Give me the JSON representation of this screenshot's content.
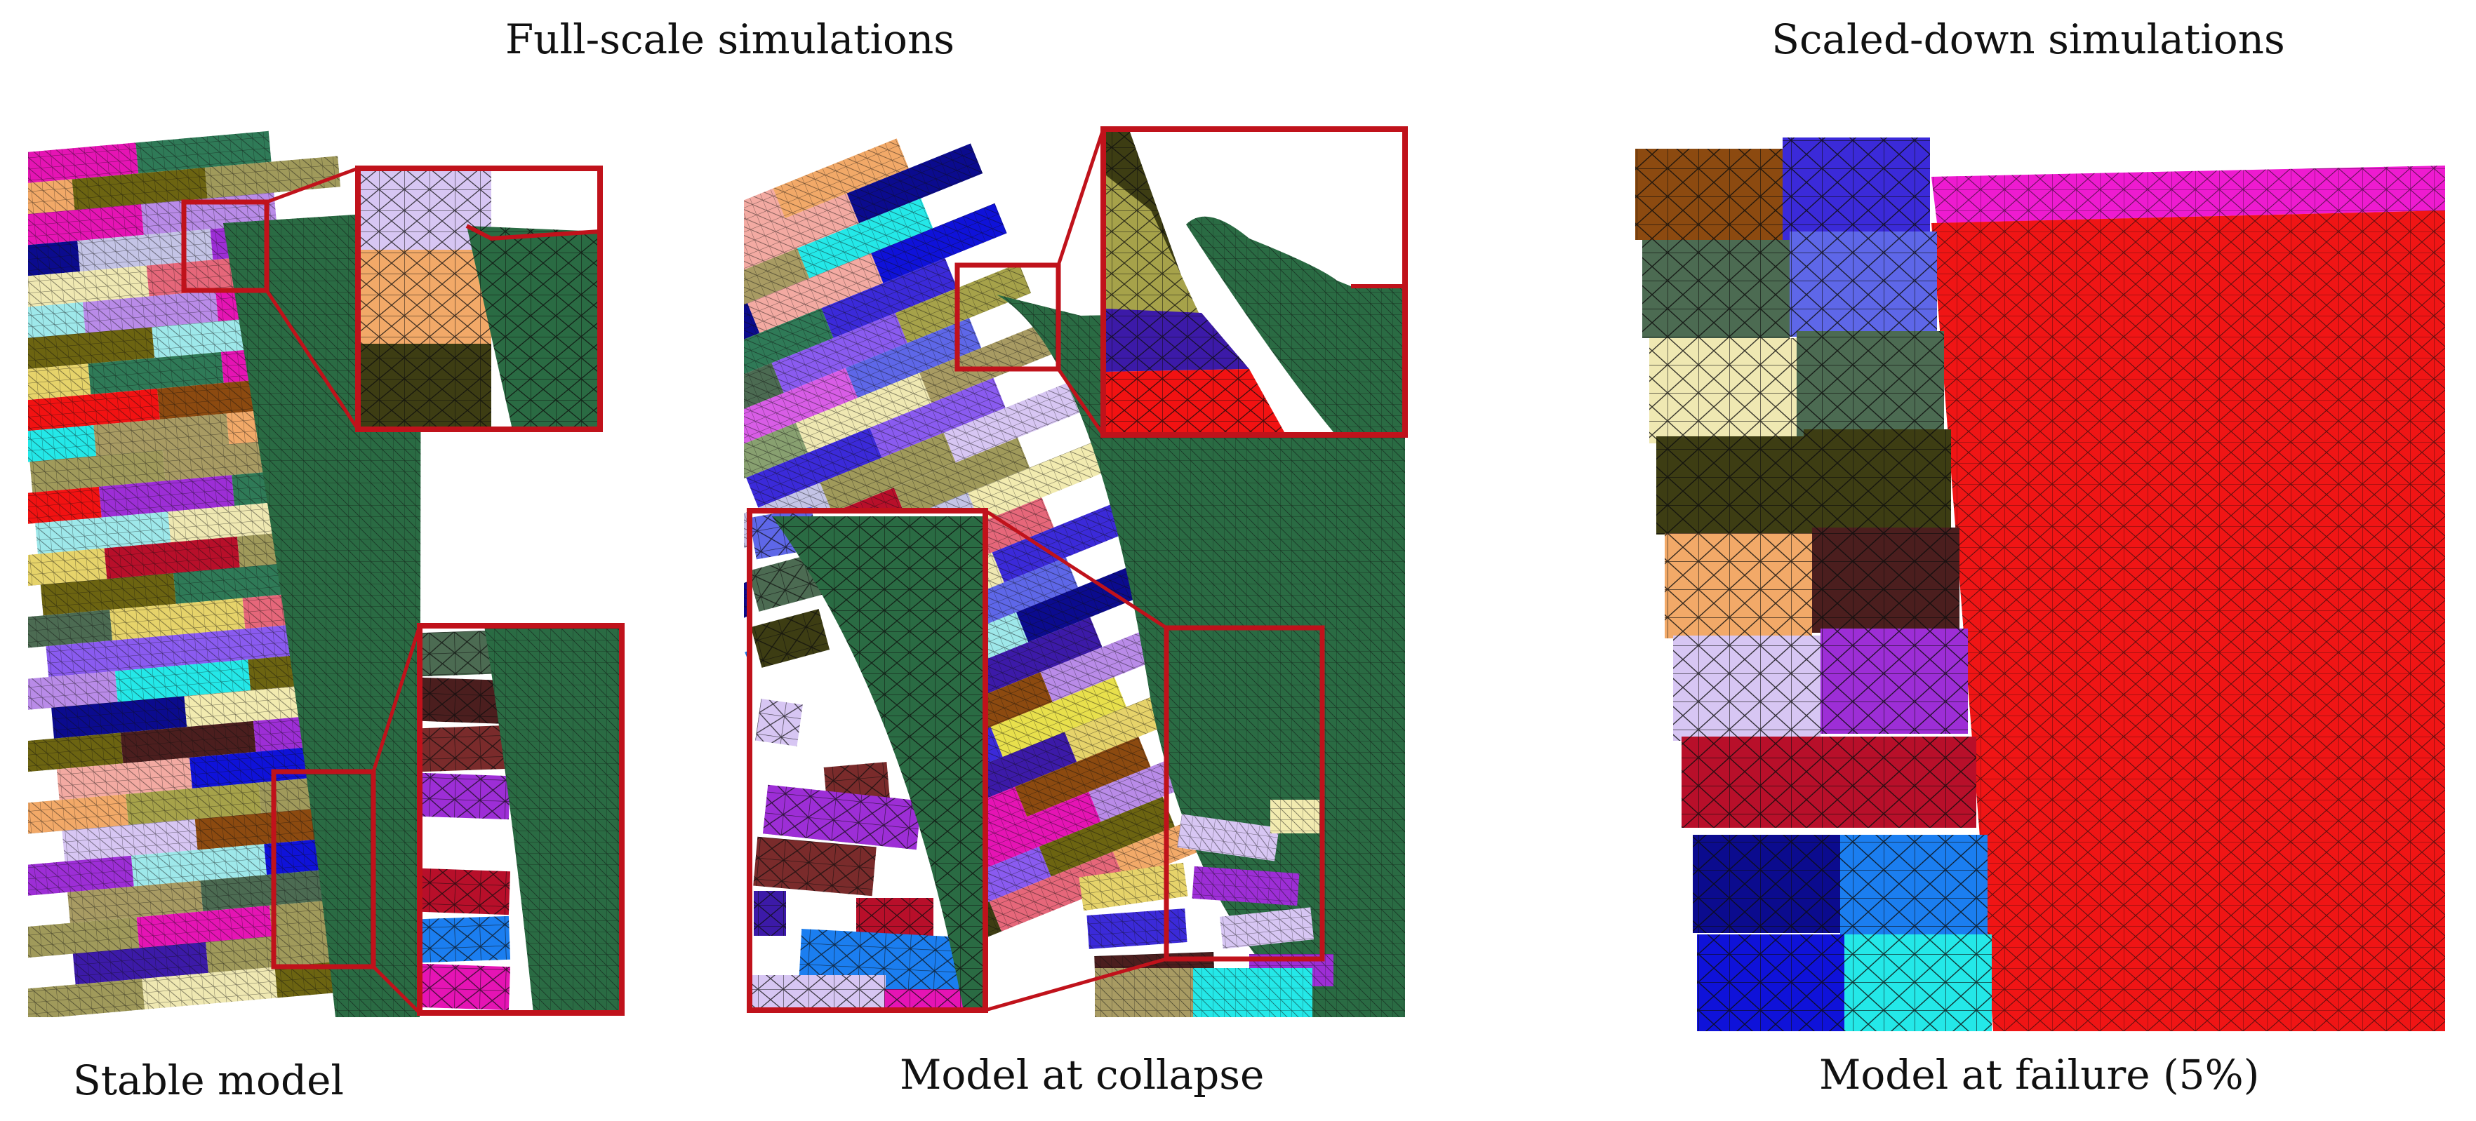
{
  "headings": {
    "full_scale": "Full-scale simulations",
    "scaled_down": "Scaled-down simulations"
  },
  "captions": {
    "stable": "Stable model",
    "collapse": "Model at collapse",
    "failure": "Model at failure (5%)"
  },
  "colors": {
    "frame_red": "#c0121b",
    "sheet_green": "#2a6b43",
    "infill_red": "#f01515",
    "top_magenta": "#ee1bd0",
    "mesh_line": "#0c0c0c"
  },
  "block_palette": [
    "#3b2ad9",
    "#8c4a10",
    "#b98be8",
    "#d7c6f3",
    "#f2a968",
    "#e6d36a",
    "#f21212",
    "#a6a24a",
    "#6c6411",
    "#efe8b2",
    "#3d3d13",
    "#4c6b52",
    "#8a5bf0",
    "#d85de6",
    "#9d2ed6",
    "#a09a5b",
    "#f2ebb0",
    "#e514b4",
    "#e8e04c",
    "#2f7a57",
    "#c4c4e6",
    "#4b1e1e",
    "#0f12d9",
    "#9ee8ea",
    "#5e67e8",
    "#88a070",
    "#f3aaa2",
    "#e6677a",
    "#7a2b2b",
    "#3c1aa8",
    "#0b0b8e",
    "#1b7ef0",
    "#24e8e8",
    "#a89b63",
    "#b80f2a"
  ]
}
